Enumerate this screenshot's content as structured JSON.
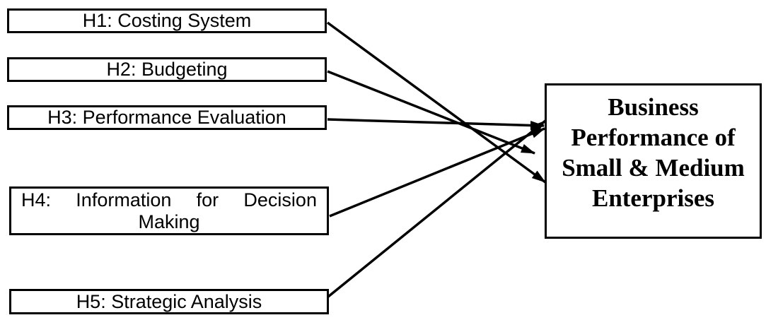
{
  "diagram": {
    "kind": "conceptual-framework",
    "hypotheses": [
      {
        "id": "H1",
        "label": "H1: Costing System"
      },
      {
        "id": "H2",
        "label": "H2: Budgeting"
      },
      {
        "id": "H3",
        "label": "H3: Performance Evaluation"
      },
      {
        "id": "H4",
        "label": "H4: Information for Decision Making",
        "line1_words": [
          "H4:",
          "Information",
          "for",
          "Decision"
        ],
        "line2_word": "Making"
      },
      {
        "id": "H5",
        "label": "H5: Strategic Analysis"
      }
    ],
    "outcome": {
      "label": "Business Performance of Small & Medium Enterprises",
      "lines": [
        "Business",
        "Performance of",
        "Small & Medium",
        "Enterprises"
      ]
    },
    "arrows": [
      {
        "from": "H1: Costing System",
        "to": "Business Performance of Small & Medium Enterprises"
      },
      {
        "from": "H2: Budgeting",
        "to": "Business Performance of Small & Medium Enterprises"
      },
      {
        "from": "H3: Performance Evaluation",
        "to": "Business Performance of Small & Medium Enterprises"
      },
      {
        "from": "H4: Information for Decision Making",
        "to": "Business Performance of Small & Medium Enterprises"
      },
      {
        "from": "H5: Strategic Analysis",
        "to": "Business Performance of Small & Medium Enterprises"
      }
    ],
    "colors": {
      "stroke": "#000000",
      "text": "#000000",
      "box_fill": "#ffffff",
      "background": "#ffffff"
    }
  }
}
